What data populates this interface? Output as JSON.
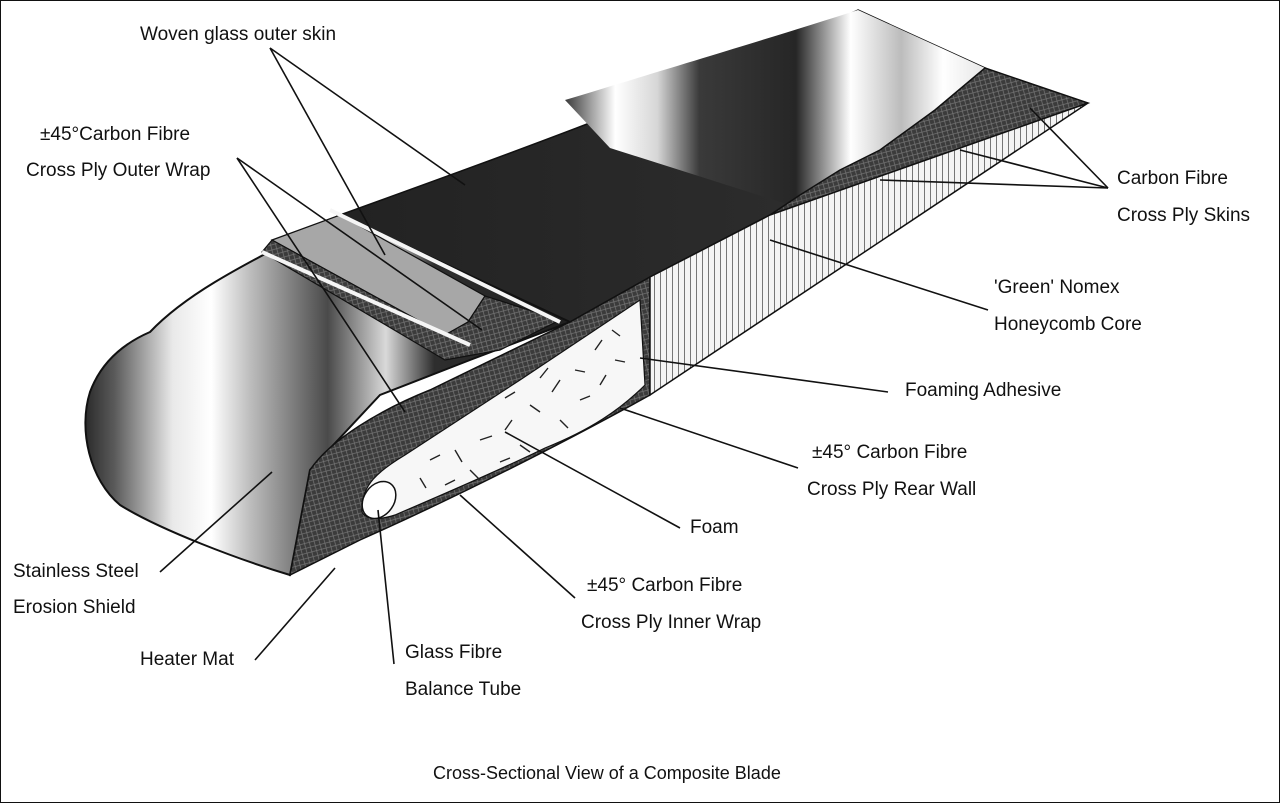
{
  "labels": {
    "woven_glass": "Woven glass outer skin",
    "outer_wrap_1": "±45°Carbon Fibre",
    "outer_wrap_2": "Cross Ply Outer Wrap",
    "cf_skins_1": "Carbon Fibre",
    "cf_skins_2": "Cross Ply Skins",
    "nomex_1": "'Green' Nomex",
    "nomex_2": "Honeycomb Core",
    "foaming_adhesive": "Foaming Adhesive",
    "rear_wall_1": "±45° Carbon Fibre",
    "rear_wall_2": "Cross Ply Rear Wall",
    "foam": "Foam",
    "inner_wrap_1": "±45° Carbon Fibre",
    "inner_wrap_2": "Cross Ply Inner Wrap",
    "erosion_1": "Stainless Steel",
    "erosion_2": "Erosion Shield",
    "heater_mat": "Heater Mat",
    "balance_1": "Glass Fibre",
    "balance_2": "Balance Tube"
  },
  "caption": "Cross-Sectional View of a Composite Blade",
  "colors": {
    "ink": "#111111",
    "dark_skin": "#2a2a2a",
    "composite": "#3a3a3a",
    "nomex_bg": "#f2f2f2",
    "foam_bg": "#f7f7f7",
    "glass_panel": "#a7a7a7"
  }
}
